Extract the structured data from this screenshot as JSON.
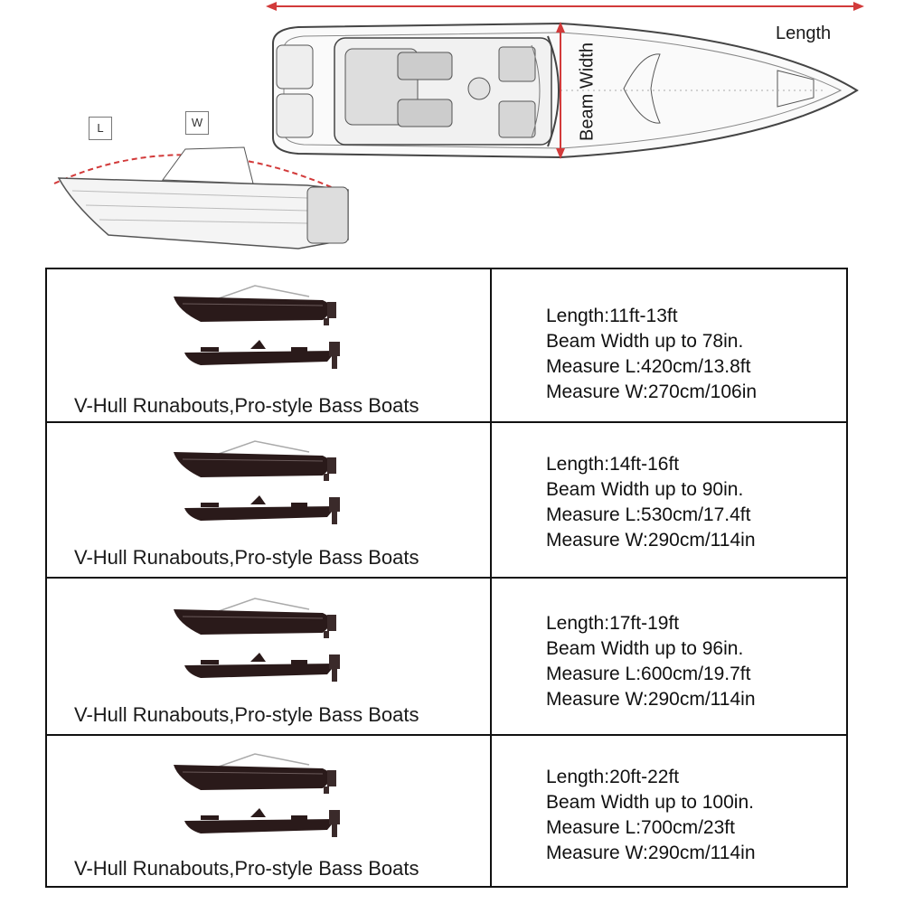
{
  "diagram": {
    "length_label": "Length",
    "beam_width_label": "Beam Width",
    "small_length_letter": "L",
    "small_width_letter": "W",
    "accent_color": "#d23a3a"
  },
  "table": {
    "rows": [
      {
        "caption": "V-Hull Runabouts,Pro-style Bass Boats",
        "length": "Length:11ft-13ft",
        "beam": "Beam Width up to 78in.",
        "measure_l": "Measure L:420cm/13.8ft",
        "measure_w": "Measure W:270cm/106in"
      },
      {
        "caption": "V-Hull Runabouts,Pro-style Bass Boats",
        "length": "Length:14ft-16ft",
        "beam": "Beam Width up to 90in.",
        "measure_l": "Measure L:530cm/17.4ft",
        "measure_w": "Measure W:290cm/114in"
      },
      {
        "caption": "V-Hull Runabouts,Pro-style Bass Boats",
        "length": "Length:17ft-19ft",
        "beam": "Beam Width up to 96in.",
        "measure_l": "Measure L:600cm/19.7ft",
        "measure_w": "Measure W:290cm/114in"
      },
      {
        "caption": "V-Hull Runabouts,Pro-style Bass Boats",
        "length": "Length:20ft-22ft",
        "beam": "Beam Width up to 100in.",
        "measure_l": "Measure L:700cm/23ft",
        "measure_w": "Measure W:290cm/114in"
      }
    ]
  }
}
